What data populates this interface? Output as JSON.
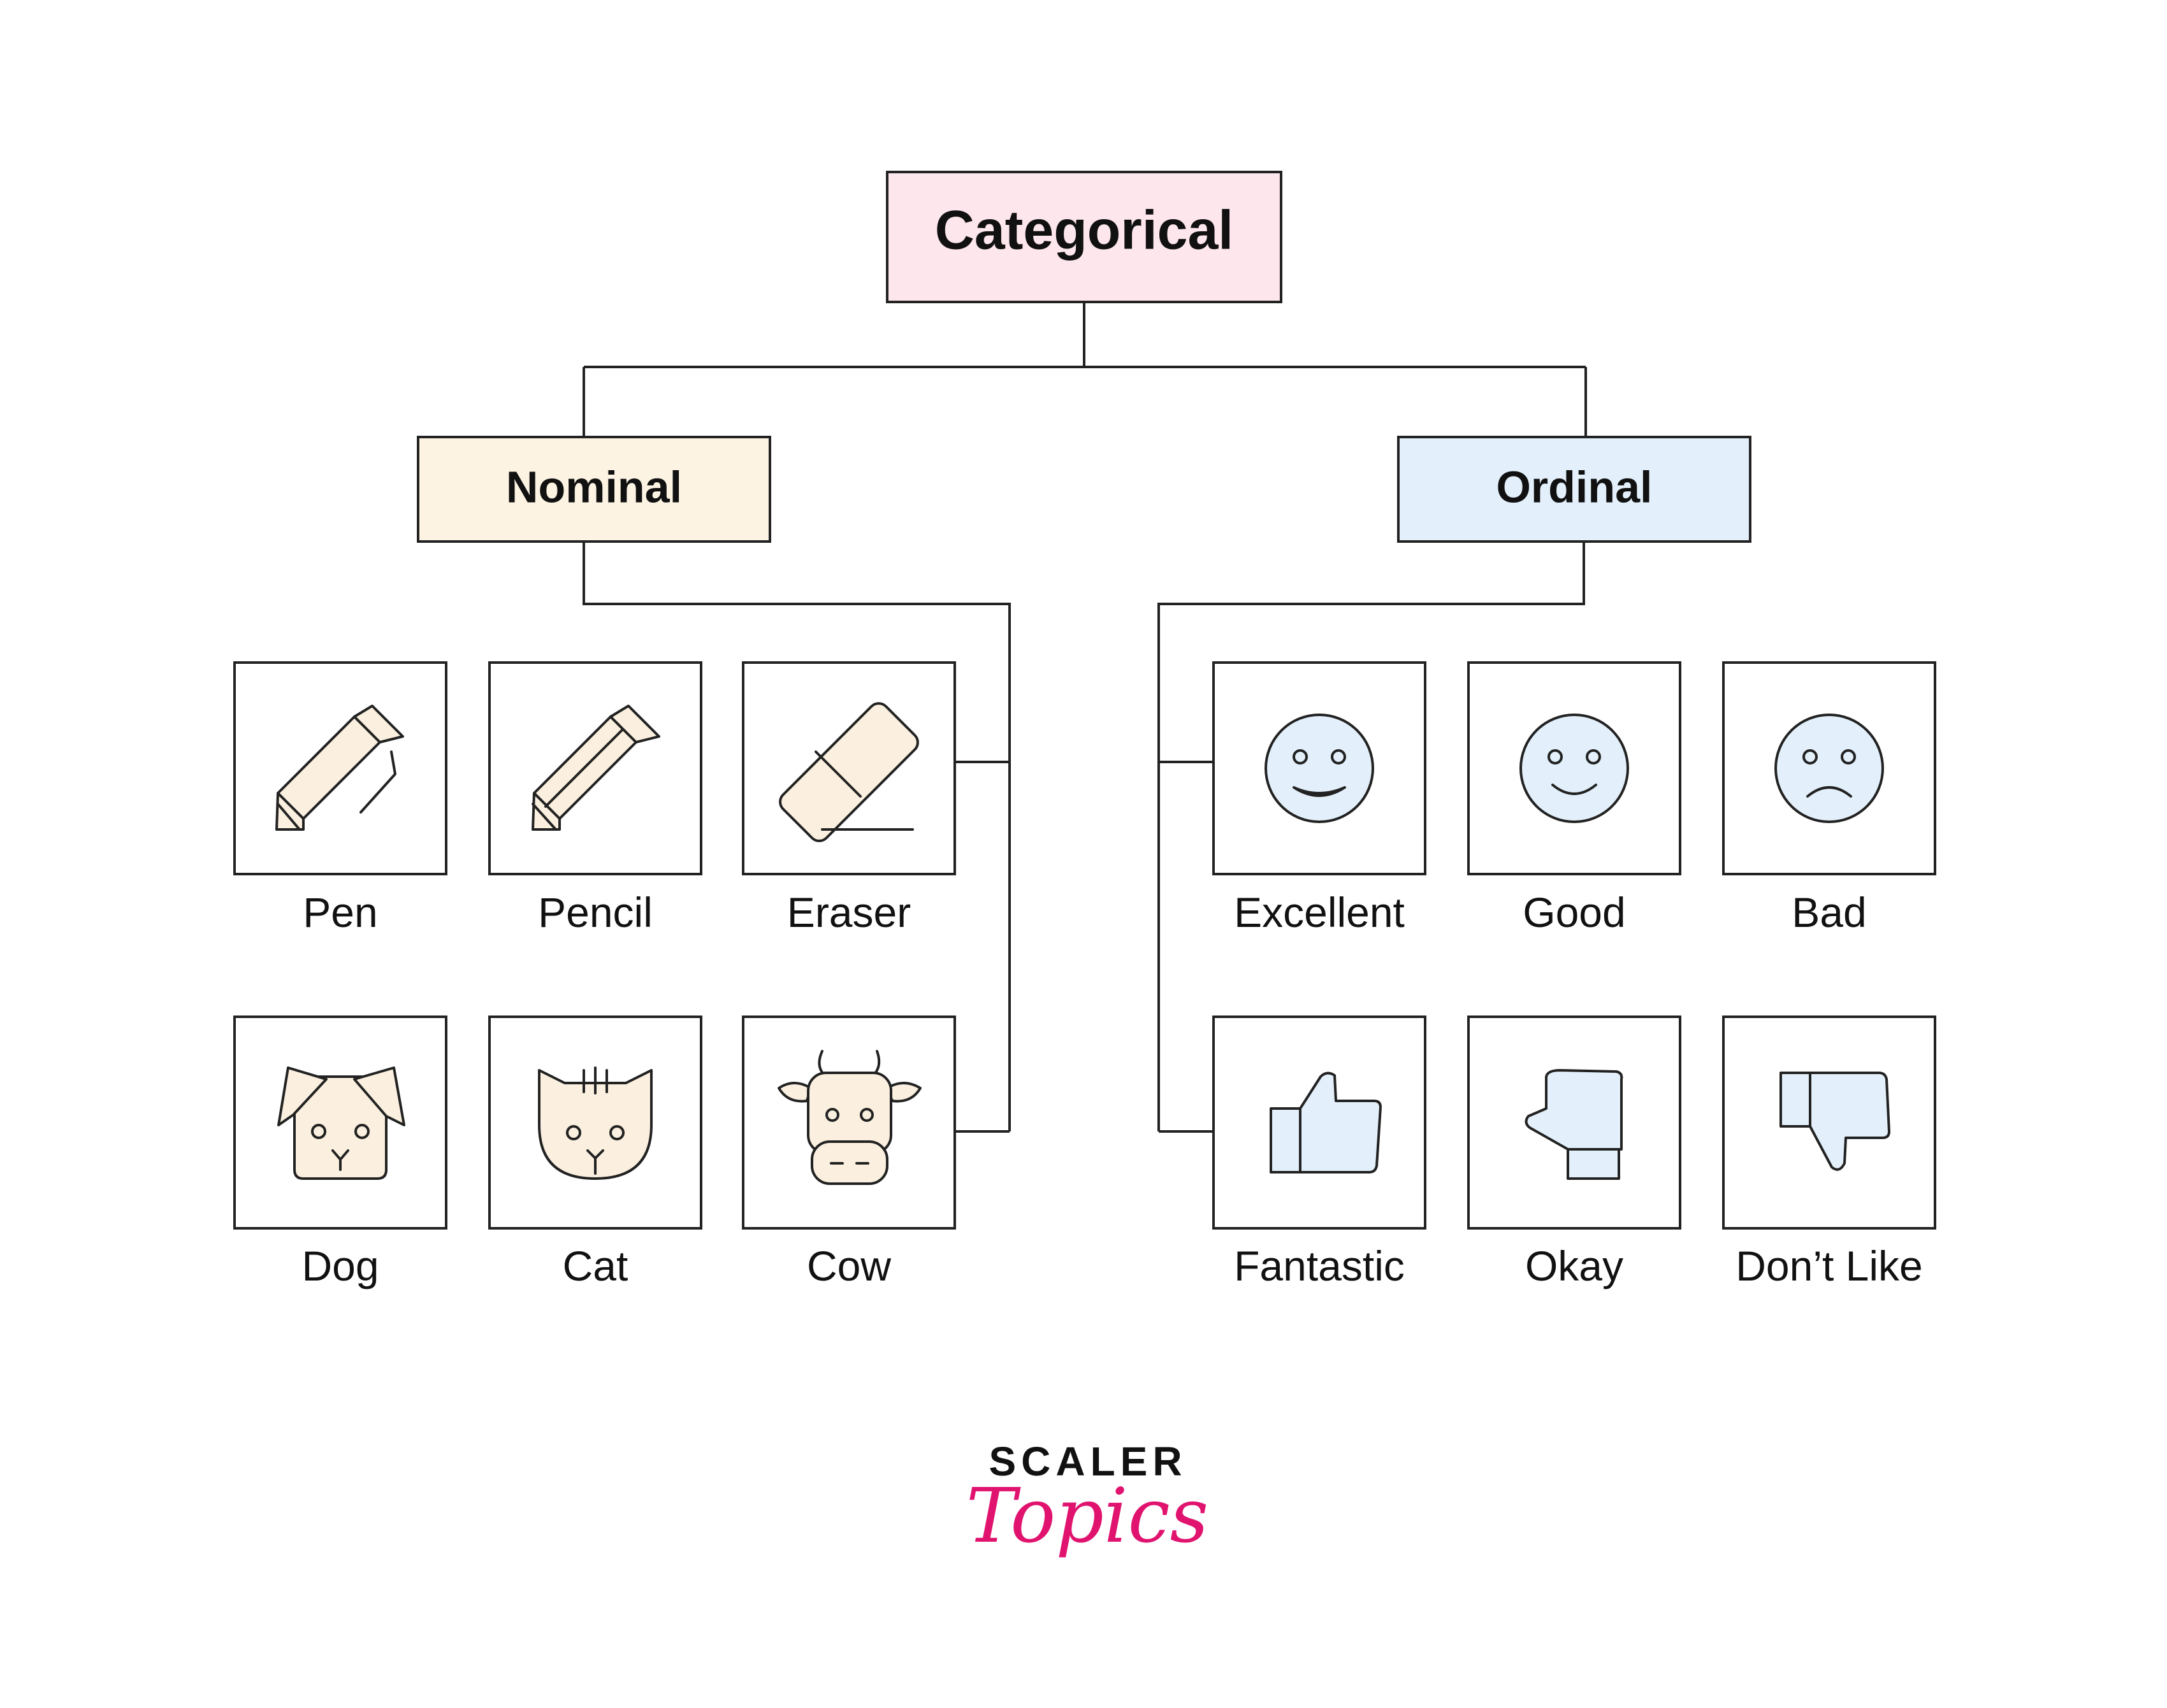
{
  "root": {
    "label": "Categorical",
    "fill": "#fde6ec"
  },
  "branches": [
    {
      "key": "nominal",
      "label": "Nominal",
      "fill": "#fcf3e3",
      "icon_fill": "#fbf0df",
      "items": [
        {
          "label": "Pen",
          "icon": "pen-icon"
        },
        {
          "label": "Pencil",
          "icon": "pencil-icon"
        },
        {
          "label": "Eraser",
          "icon": "eraser-icon"
        },
        {
          "label": "Dog",
          "icon": "dog-icon"
        },
        {
          "label": "Cat",
          "icon": "cat-icon"
        },
        {
          "label": "Cow",
          "icon": "cow-icon"
        }
      ]
    },
    {
      "key": "ordinal",
      "label": "Ordinal",
      "fill": "#e3f0fb",
      "icon_fill": "#e3f0fb",
      "items": [
        {
          "label": "Excellent",
          "icon": "grinning-face-icon"
        },
        {
          "label": "Good",
          "icon": "smiling-face-icon"
        },
        {
          "label": "Bad",
          "icon": "frowning-face-icon"
        },
        {
          "label": "Fantastic",
          "icon": "thumbs-up-icon"
        },
        {
          "label": "Okay",
          "icon": "thumbs-sideways-icon"
        },
        {
          "label": "Don’t Like",
          "icon": "thumbs-down-icon"
        }
      ]
    }
  ],
  "logo": {
    "word1": "SCALER",
    "word2": "Topics",
    "word1_color": "#1b2236",
    "word2_color": "#e0136f"
  }
}
